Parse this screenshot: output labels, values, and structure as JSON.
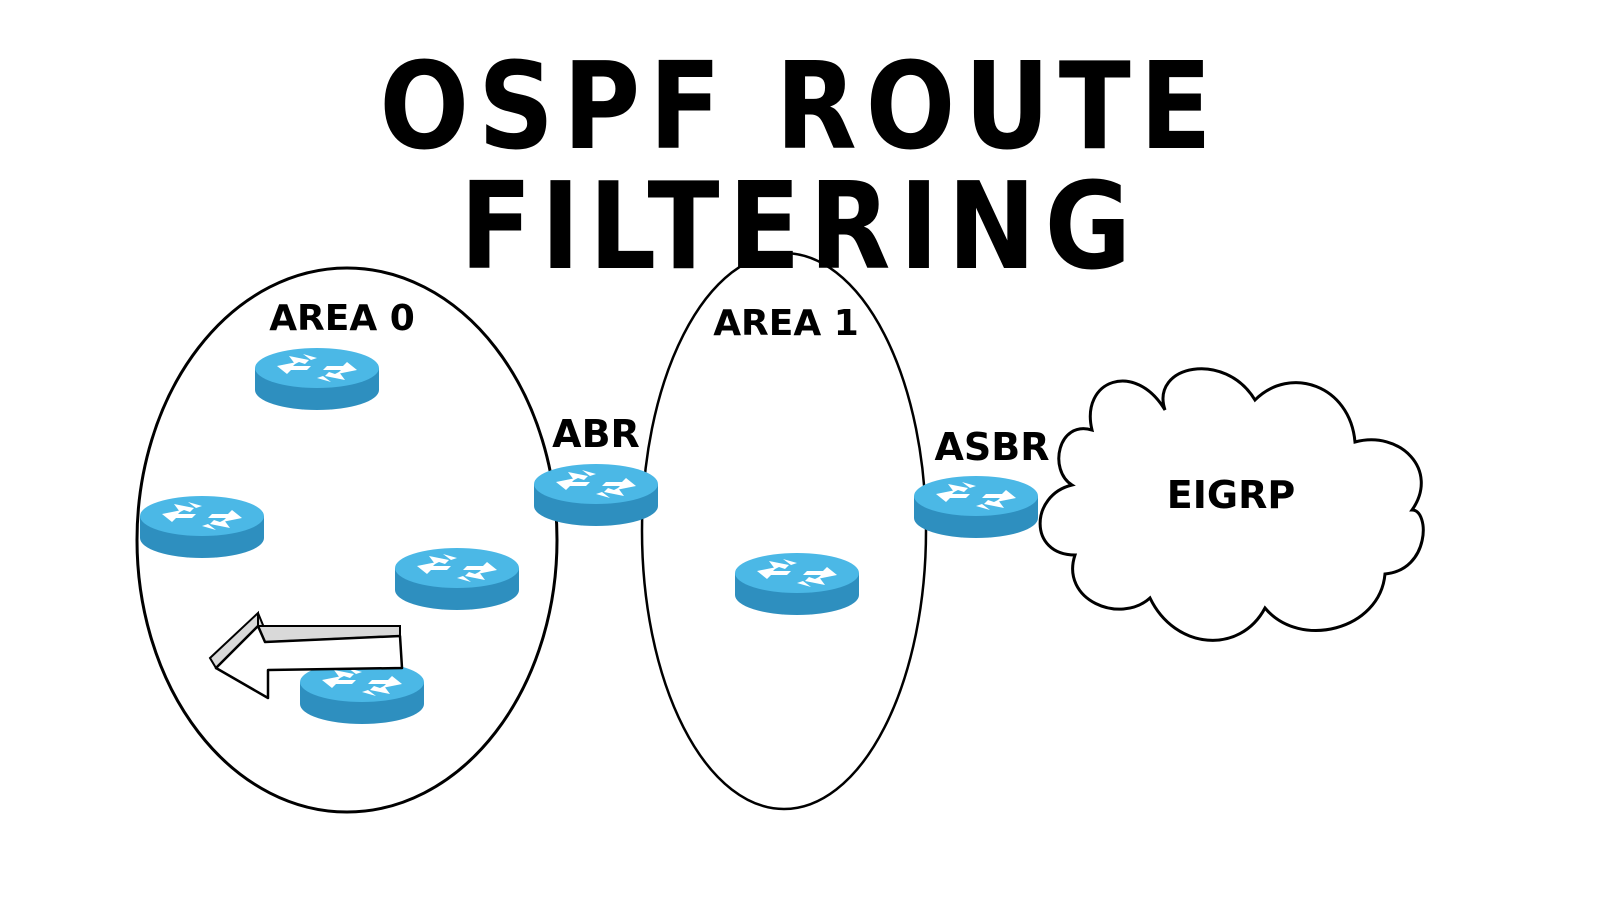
{
  "title": "OSPF ROUTE FILTERING",
  "areas": [
    {
      "id": "area0",
      "label": "AREA 0"
    },
    {
      "id": "area1",
      "label": "AREA 1"
    }
  ],
  "router_labels": {
    "abr": "ABR",
    "asbr": "ASBR"
  },
  "external": {
    "label": "EIGRP"
  },
  "colors": {
    "router_top": "#4bb8e6",
    "router_side": "#2e8fbf",
    "router_arrows": "#ffffff",
    "arrow_fill": "#ffffff",
    "arrow_shade": "#d9d9d9",
    "outline": "#000000"
  }
}
